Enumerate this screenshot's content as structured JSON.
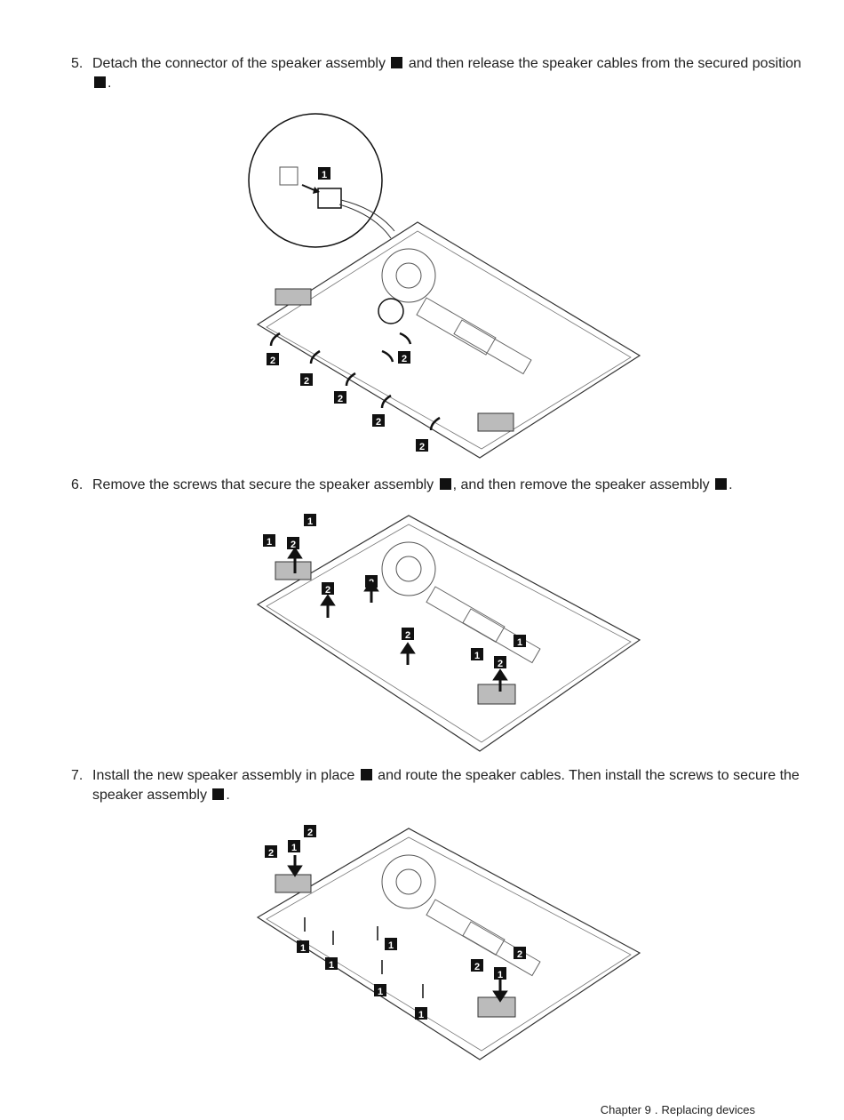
{
  "steps": [
    {
      "number": "5.",
      "parts": [
        "Detach the connector of the speaker assembly",
        "and then release the speaker cables from the secured position",
        "."
      ]
    },
    {
      "number": "6.",
      "parts": [
        "Remove the screws that secure the speaker assembly",
        ", and then remove the speaker assembly",
        "."
      ]
    },
    {
      "number": "7.",
      "parts": [
        "Install the new speaker assembly in place",
        "and route the speaker cables. Then install the screws to secure the speaker assembly",
        "."
      ]
    }
  ],
  "figure5": {
    "callouts": [
      "1",
      "2",
      "2",
      "2",
      "2",
      "2",
      "2"
    ]
  },
  "figure6": {
    "callouts": [
      "1",
      "1",
      "2",
      "2",
      "2",
      "2",
      "1",
      "1",
      "2"
    ]
  },
  "figure7": {
    "callouts": [
      "2",
      "2",
      "1",
      "1",
      "1",
      "1",
      "1",
      "1",
      "2",
      "2",
      "1"
    ]
  },
  "footer": {
    "chapter": "Chapter 9",
    "separator": ".",
    "title": "Replacing devices"
  }
}
